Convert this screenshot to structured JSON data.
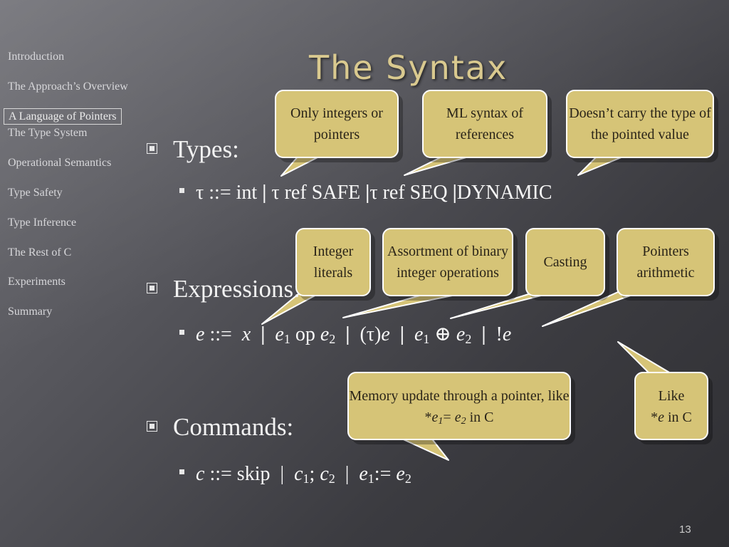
{
  "nav": {
    "items": [
      "Introduction",
      "The Approach’s Overview",
      "A Language of Pointers",
      "The Type System",
      "Operational Semantics",
      "Type Safety",
      "Type Inference",
      "The Rest of C",
      "Experiments",
      "Summary"
    ],
    "active_index": 2
  },
  "title": "The Syntax",
  "types": {
    "heading": "Types:",
    "tau": "τ",
    "def": "::=",
    "int": "int",
    "sep": "|",
    "ref_safe": "τ ref SAFE",
    "ref_seq": "τ ref SEQ",
    "dynamic": "DYNAMIC"
  },
  "expressions": {
    "heading": "Expressions:",
    "e": "e",
    "def": "::=",
    "x": "x",
    "sep": "|",
    "sub1": "1",
    "sub2": "2",
    "op": "op",
    "cast_open": "(τ)",
    "oplus": "⊕",
    "bang": "!"
  },
  "commands": {
    "heading": "Commands:",
    "c": "c",
    "def": "::=",
    "skip": "skip",
    "sep": "|",
    "semi": ";",
    "assign": ":=",
    "sub1": "1",
    "sub2": "2"
  },
  "callouts": {
    "only_integers": "Only integers or pointers",
    "ml_syntax": "ML syntax of references",
    "doesnt_carry": "Doesn’t carry the type of the pointed value",
    "integer_literals": "Integer literals",
    "assortment": "Assortment of binary integer operations",
    "casting": "Casting",
    "pointers_arith": "Pointers arithmetic",
    "memory_update_a": "Memory update through a pointer, like *",
    "memory_update_e1": "e",
    "memory_update_sub1": "1",
    "memory_update_eq": "= ",
    "memory_update_e2": "e",
    "memory_update_sub2": "2",
    "memory_update_tail": " in C",
    "like_a": "Like",
    "like_star": "*",
    "like_e": "e",
    "like_tail": " in C"
  },
  "colors": {
    "title": "#d9c98f",
    "callout_fill": "#d6c477",
    "callout_text": "#2a2418"
  },
  "page_number": "13"
}
